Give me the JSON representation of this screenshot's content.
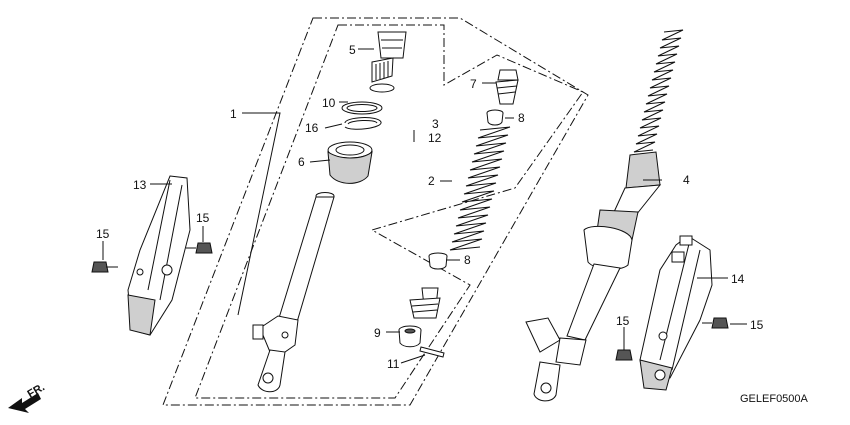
{
  "diagram": {
    "code": "GELEF0500A",
    "direction_label": "FR.",
    "callouts": {
      "c1": "1",
      "c2": "2",
      "c3": "3",
      "c12": "12",
      "c4": "4",
      "c5": "5",
      "c6": "6",
      "c7": "7",
      "c8a": "8",
      "c8b": "8",
      "c9": "9",
      "c10": "10",
      "c11": "11",
      "c13": "13",
      "c14": "14",
      "c15a": "15",
      "c15b": "15",
      "c15c": "15",
      "c15d": "15",
      "c16": "16"
    }
  }
}
